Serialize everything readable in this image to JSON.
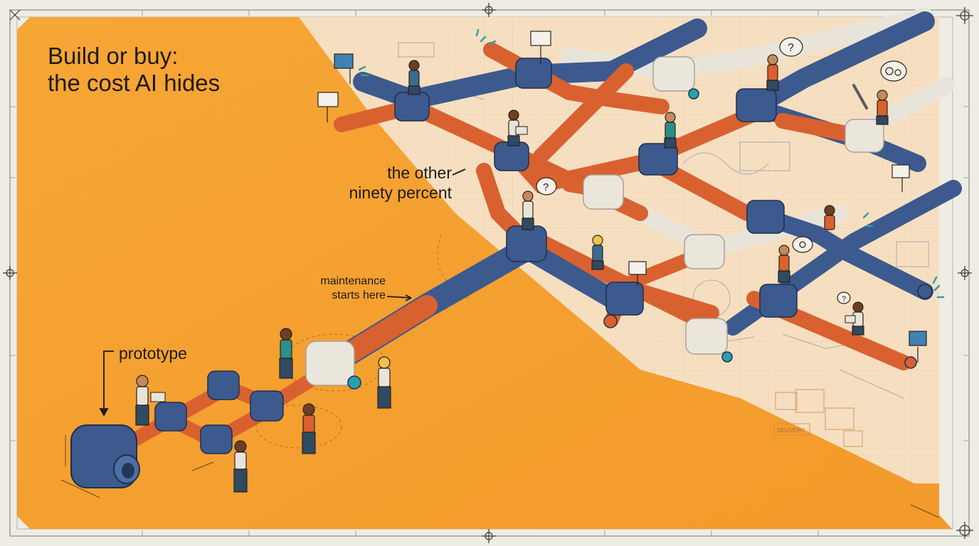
{
  "title": {
    "line1": "Build or buy:",
    "line2": "the cost AI hides"
  },
  "annotations": {
    "other_ninety": {
      "line1": "the other",
      "line2": "ninety percent"
    },
    "maintenance": {
      "line1": "maintenance",
      "line2": "starts here"
    },
    "prototype": "prototype"
  },
  "signs": {
    "small_sign": "DELIVERY"
  },
  "colors": {
    "frame_paper": "#efece4",
    "orange_ground": "#f4a433",
    "blueprint_paper": "#f6dfc0",
    "pipe_blue": "#3c5a8e",
    "pipe_orange": "#d9612f",
    "pipe_white": "#ebe6dc",
    "ink": "#1d1a16",
    "accent_teal": "#2a9fb0"
  },
  "icons": [
    "crosshair-icon",
    "question-bubble-icon",
    "gear-bubble-icon",
    "wrench-icon",
    "signpost-icon",
    "laptop-icon"
  ]
}
